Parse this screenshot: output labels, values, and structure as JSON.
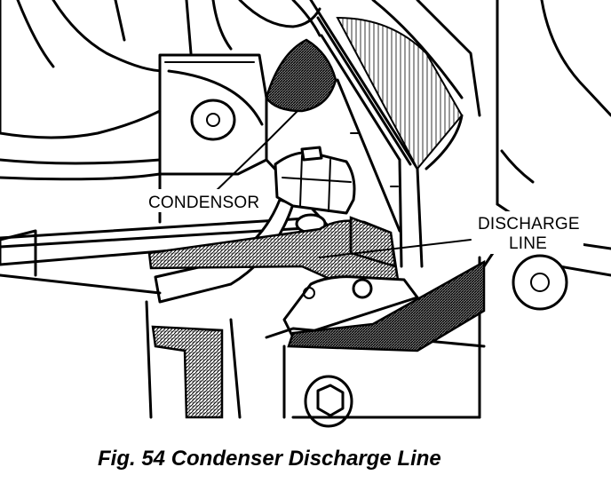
{
  "diagram": {
    "callouts": {
      "condensor": "CONDENSOR",
      "discharge_line_1": "DISCHARGE",
      "discharge_line_2": "LINE"
    },
    "caption": "Fig. 54 Condenser Discharge Line"
  }
}
